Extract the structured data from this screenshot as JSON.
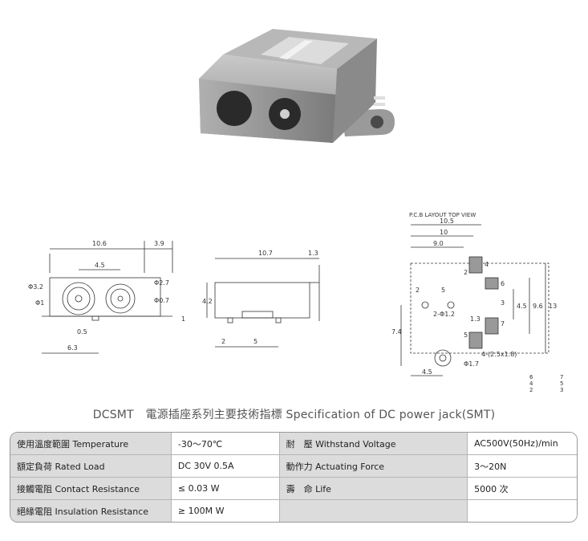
{
  "pcb": {
    "title": "P.C.B LAYOUT    TOP VIEW",
    "d_10_5": "10.5",
    "d_10": "10",
    "d_9_0": "9.0",
    "d_2": "2",
    "d_5": "5",
    "hole": "2-Φ1.2",
    "d_1_3": "1.3",
    "d_4_5": "4.5",
    "d_9_6": "9.6",
    "d_13": "13",
    "d_7_4": "7.4",
    "d_4_5b": "4.5",
    "hole2": "Φ1.7",
    "pads": "4-(2.5x1.8)",
    "pin": [
      "4",
      "6",
      "2",
      "3",
      "7",
      "5"
    ],
    "legend": [
      "6",
      "4",
      "2",
      "7",
      "5",
      "3"
    ]
  },
  "front": {
    "d_10_6": "10.6",
    "d_3_9": "3.9",
    "d_4_5": "4.5",
    "d_3_2": "Φ3.2",
    "d_1": "Φ1",
    "d_2_7": "Φ2.7",
    "d_0_7": "Φ0.7",
    "d_1b": "1",
    "d_0_5": "0.5",
    "d_6_3": "6.3"
  },
  "side": {
    "d_10_7": "10.7",
    "d_1_3": "1.3",
    "d_4_2": "4.2",
    "d_2": "2",
    "d_5": "5"
  },
  "heading": {
    "prefix": "DCSMT",
    "text": "電源插座系列主要技術指標 Specification of DC power jack(SMT)"
  },
  "specs": [
    [
      "使用溫度範圍 Temperature",
      "-30～70℃",
      "耐　壓 Withstand Voltage",
      "AC500V(50Hz)/min"
    ],
    [
      "額定負荷 Rated Load",
      "DC 30V 0.5A",
      "動作力 Actuating Force",
      "3～20N"
    ],
    [
      "接觸電阻 Contact Resistance",
      "≤ 0.03 W",
      "壽　命 Life",
      "5000 次"
    ],
    [
      "絕緣電阻 Insulation Resistance",
      "≥ 100M W",
      "",
      ""
    ]
  ]
}
